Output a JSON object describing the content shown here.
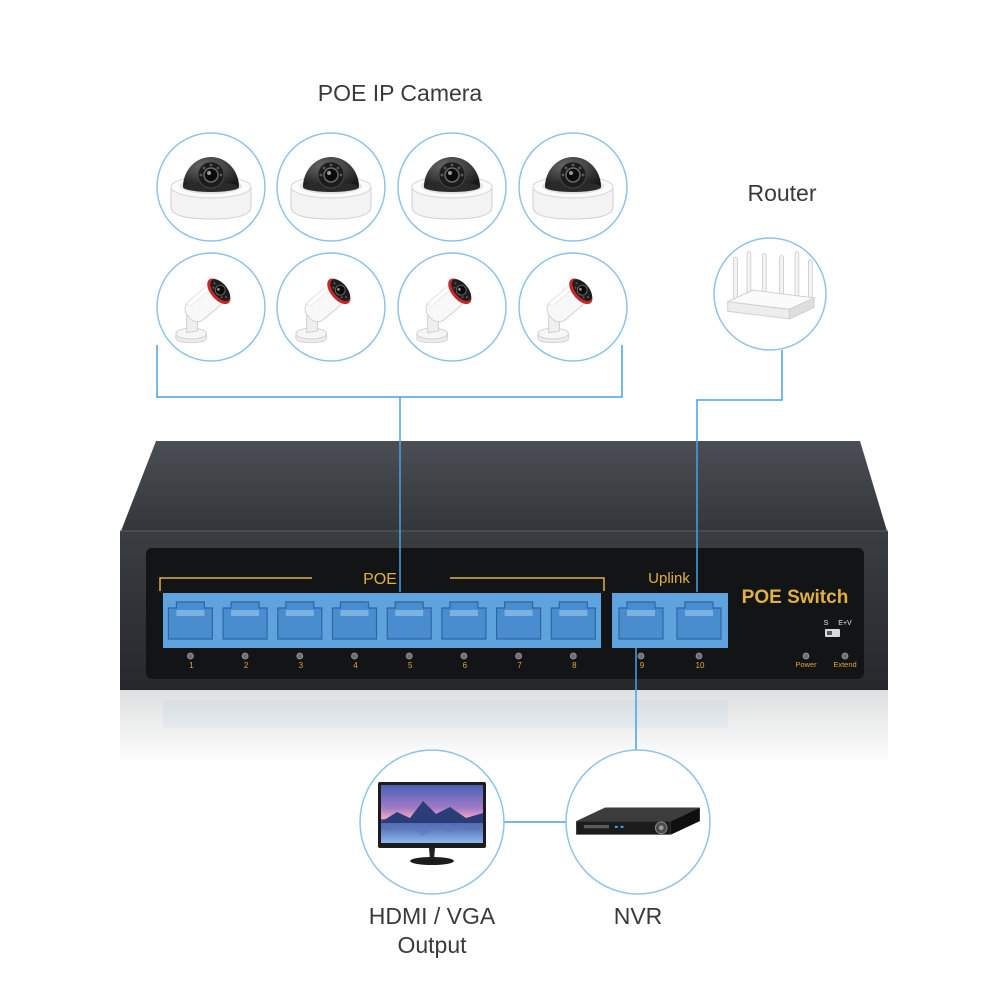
{
  "cameras": {
    "title": "POE IP Camera",
    "dome_cameras": [
      "dome-camera-icon",
      "dome-camera-icon",
      "dome-camera-icon",
      "dome-camera-icon"
    ],
    "bullet_cameras": [
      "bullet-camera-icon",
      "bullet-camera-icon",
      "bullet-camera-icon",
      "bullet-camera-icon"
    ]
  },
  "router": {
    "label": "Router",
    "icon": "router-icon"
  },
  "switch": {
    "poe_label": "POE",
    "uplink_label": "Uplink",
    "model_label": "POE Switch",
    "poe_ports": [
      "1",
      "2",
      "3",
      "4",
      "5",
      "6",
      "7",
      "8"
    ],
    "uplink_ports": [
      "9",
      "10"
    ],
    "dip_switch": {
      "left": "S",
      "right": "E+V"
    },
    "indicators": {
      "power": "Power",
      "extend": "Extend"
    }
  },
  "outputs": {
    "monitor": {
      "label_line1": "HDMI / VGA",
      "label_line2": "Output",
      "icon": "monitor-icon"
    },
    "nvr": {
      "label": "NVR",
      "icon": "nvr-icon"
    }
  },
  "colors": {
    "connector": "#4aa0e6",
    "node_border": "#8ec3ea",
    "port_blue": "#5fa3de",
    "label_gold": "#e0b040",
    "chassis": "#2e3135",
    "text": "#3a3a3a"
  }
}
